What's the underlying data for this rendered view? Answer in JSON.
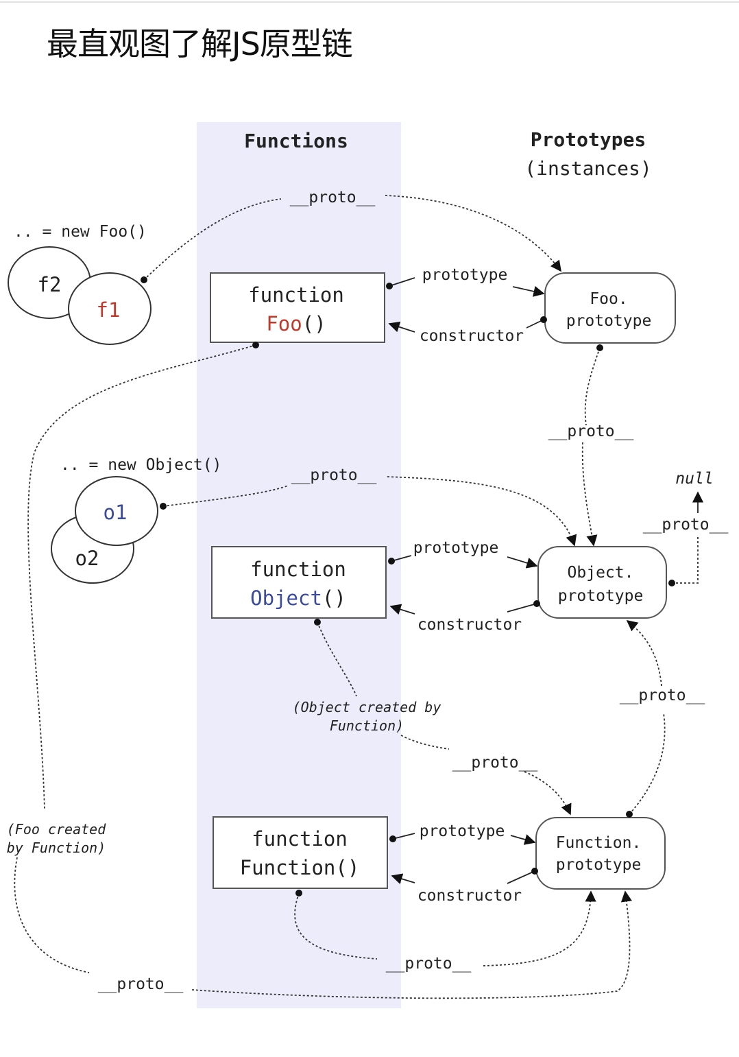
{
  "title": "最直观图了解JS原型链",
  "colors": {
    "band": "#ececfa",
    "red": "#c0392b",
    "blue": "#3a4a9c"
  },
  "headers": {
    "functions": "Functions",
    "prototypes": "Prototypes",
    "instances": "(instances)"
  },
  "instances": {
    "new_foo": ".. = new Foo()",
    "f2": "f2",
    "f1": "f1",
    "new_object": ".. = new Object()",
    "o1": "o1",
    "o2": "o2"
  },
  "functions": {
    "foo": {
      "keyword": "function",
      "name": "Foo",
      "parens": "()"
    },
    "object": {
      "keyword": "function",
      "name": "Object",
      "parens": "()"
    },
    "function": {
      "keyword": "function",
      "name": "Function()"
    }
  },
  "prototypes": {
    "foo": [
      "Foo.",
      "prototype"
    ],
    "object": [
      "Object.",
      "prototype"
    ],
    "function": [
      "Function.",
      "prototype"
    ]
  },
  "edge_labels": {
    "proto": "__proto__",
    "prototype": "prototype",
    "constructor": "constructor",
    "null": "null",
    "object_created": [
      "(Object created by",
      "Function)"
    ],
    "foo_created": [
      "(Foo created",
      "by Function)"
    ]
  }
}
